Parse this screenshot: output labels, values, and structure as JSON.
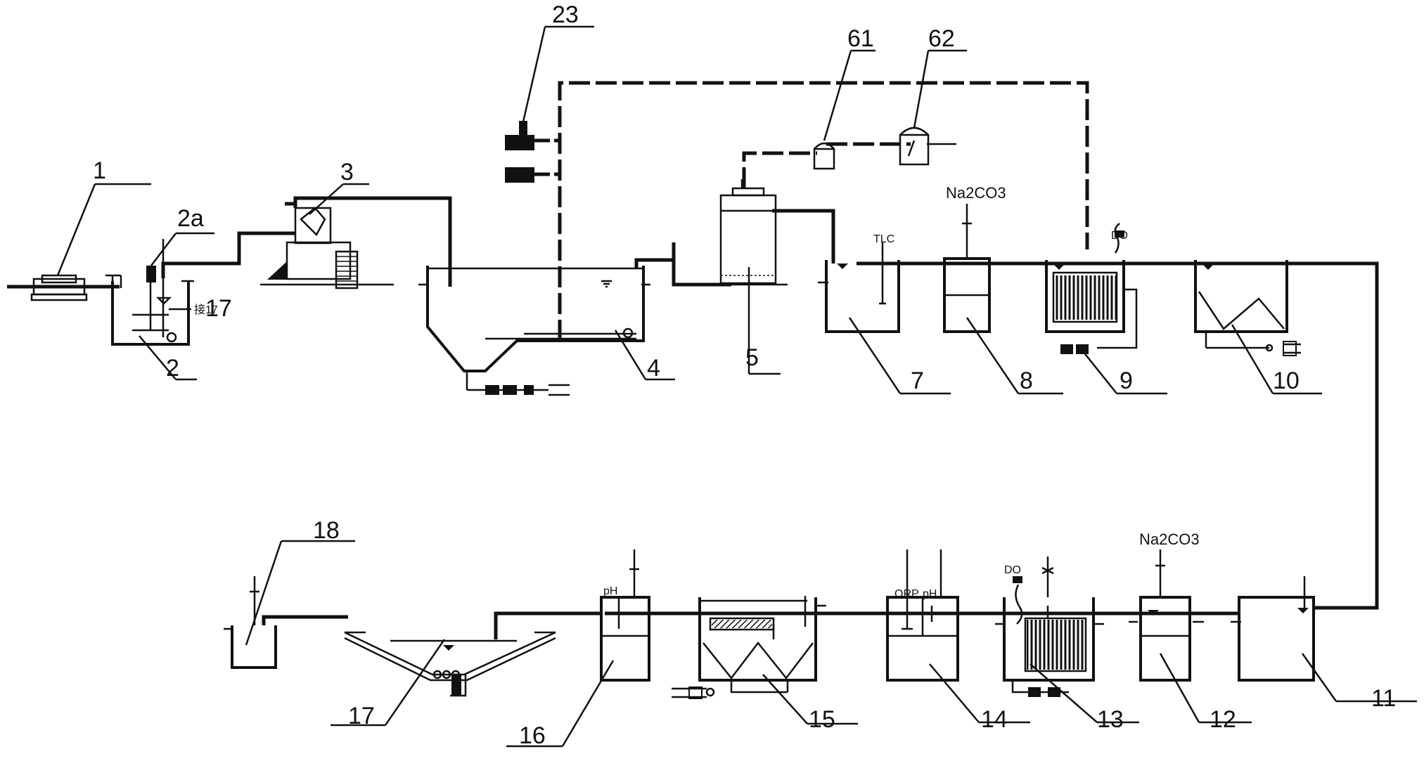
{
  "labels": {
    "u1": "1",
    "u2": "2",
    "u2a": "2a",
    "u3": "3",
    "u4": "4",
    "u5": "5",
    "u7": "7",
    "u8": "8",
    "u9": "9",
    "u10": "10",
    "u11": "11",
    "u12": "12",
    "u13": "13",
    "u14": "14",
    "u15": "15",
    "u16": "16",
    "u17": "17",
    "u18": "18",
    "u23": "23",
    "u61": "61",
    "u62": "62"
  },
  "annotations": {
    "to17": "接17",
    "na2co3_top": "Na2CO3",
    "na2co3_bottom": "Na2CO3"
  }
}
